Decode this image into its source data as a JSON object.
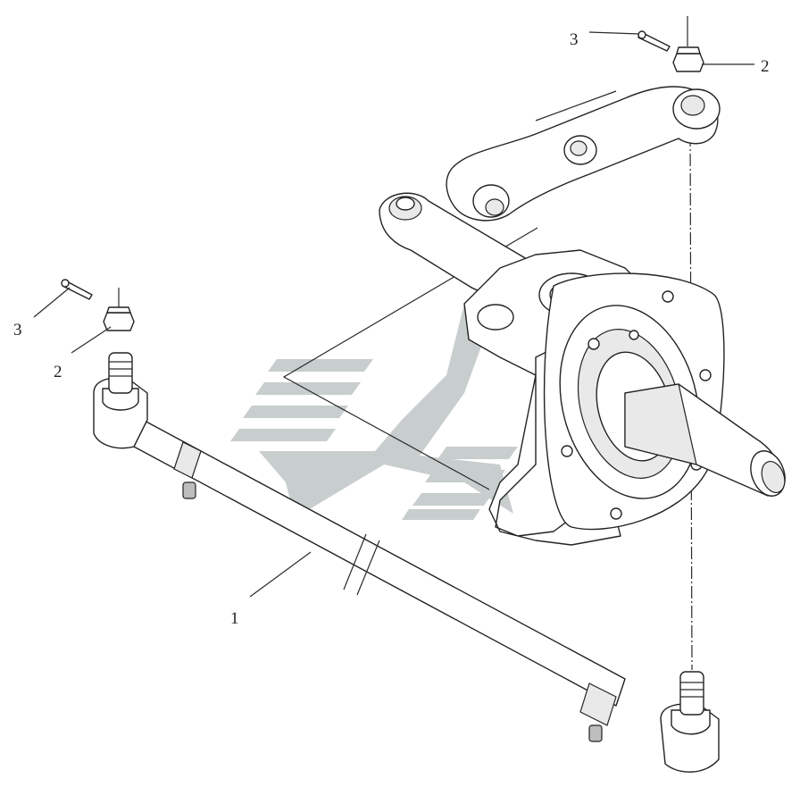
{
  "diagram": {
    "callouts": [
      {
        "id": "tie-rod",
        "text": "1"
      },
      {
        "id": "nut-left",
        "text": "2"
      },
      {
        "id": "nut-right",
        "text": "2"
      },
      {
        "id": "pin-left",
        "text": "3"
      },
      {
        "id": "pin-right",
        "text": "3"
      }
    ],
    "parts": {
      "tie_rod": "tie-rod",
      "ball_joint_left": "ball-joint",
      "ball_joint_right": "ball-joint",
      "steering_knuckle": "steering-knuckle",
      "steering_arm": "steering-arm",
      "castle_nut": "castle-nut",
      "cotter_pin": "cotter-pin"
    },
    "colors": {
      "line": "#222222",
      "watermark": "#c8cdcd"
    }
  }
}
